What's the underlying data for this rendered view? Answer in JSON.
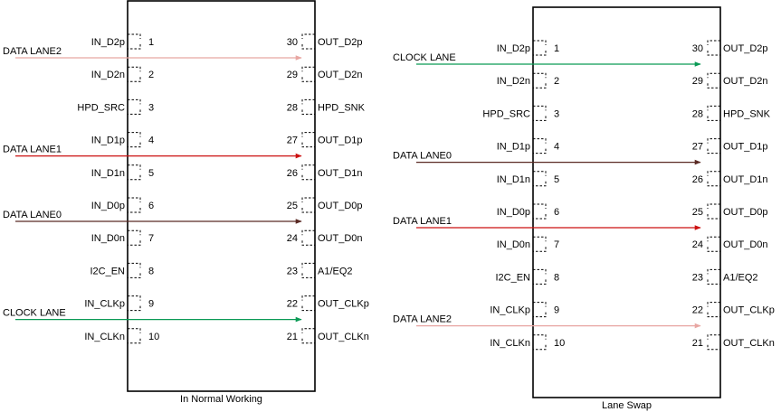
{
  "colors": {
    "data_lane2": "#e8a6a2",
    "data_lane1": "#cc1111",
    "data_lane0": "#5a2a24",
    "clock_lane": "#0a9a55",
    "box": "#000000"
  },
  "panels": [
    {
      "caption": "In Normal Working",
      "left_pins": [
        {
          "num": "1",
          "name": "IN_D2p"
        },
        {
          "num": "2",
          "name": "IN_D2n"
        },
        {
          "num": "3",
          "name": "HPD_SRC"
        },
        {
          "num": "4",
          "name": "IN_D1p"
        },
        {
          "num": "5",
          "name": "IN_D1n"
        },
        {
          "num": "6",
          "name": "IN_D0p"
        },
        {
          "num": "7",
          "name": "IN_D0n"
        },
        {
          "num": "8",
          "name": "I2C_EN"
        },
        {
          "num": "9",
          "name": "IN_CLKp"
        },
        {
          "num": "10",
          "name": "IN_CLKn"
        }
      ],
      "right_pins": [
        {
          "num": "30",
          "name": "OUT_D2p"
        },
        {
          "num": "29",
          "name": "OUT_D2n"
        },
        {
          "num": "28",
          "name": "HPD_SNK"
        },
        {
          "num": "27",
          "name": "OUT_D1p"
        },
        {
          "num": "26",
          "name": "OUT_D1n"
        },
        {
          "num": "25",
          "name": "OUT_D0p"
        },
        {
          "num": "24",
          "name": "OUT_D0n"
        },
        {
          "num": "23",
          "name": "A1/EQ2"
        },
        {
          "num": "22",
          "name": "OUT_CLKp"
        },
        {
          "num": "21",
          "name": "OUT_CLKn"
        }
      ],
      "lanes": [
        {
          "label": "DATA LANE2",
          "color_key": "data_lane2",
          "row": 0
        },
        {
          "label": "DATA LANE1",
          "color_key": "data_lane1",
          "row": 3
        },
        {
          "label": "DATA LANE0",
          "color_key": "data_lane0",
          "row": 5
        },
        {
          "label": "CLOCK LANE",
          "color_key": "clock_lane",
          "row": 8
        }
      ]
    },
    {
      "caption": "Lane Swap",
      "left_pins": [
        {
          "num": "1",
          "name": "IN_D2p"
        },
        {
          "num": "2",
          "name": "IN_D2n"
        },
        {
          "num": "3",
          "name": "HPD_SRC"
        },
        {
          "num": "4",
          "name": "IN_D1p"
        },
        {
          "num": "5",
          "name": "IN_D1n"
        },
        {
          "num": "6",
          "name": "IN_D0p"
        },
        {
          "num": "7",
          "name": "IN_D0n"
        },
        {
          "num": "8",
          "name": "I2C_EN"
        },
        {
          "num": "9",
          "name": "IN_CLKp"
        },
        {
          "num": "10",
          "name": "IN_CLKn"
        }
      ],
      "right_pins": [
        {
          "num": "30",
          "name": "OUT_D2p"
        },
        {
          "num": "29",
          "name": "OUT_D2n"
        },
        {
          "num": "28",
          "name": "HPD_SNK"
        },
        {
          "num": "27",
          "name": "OUT_D1p"
        },
        {
          "num": "26",
          "name": "OUT_D1n"
        },
        {
          "num": "25",
          "name": "OUT_D0p"
        },
        {
          "num": "24",
          "name": "OUT_D0n"
        },
        {
          "num": "23",
          "name": "A1/EQ2"
        },
        {
          "num": "22",
          "name": "OUT_CLKp"
        },
        {
          "num": "21",
          "name": "OUT_CLKn"
        }
      ],
      "lanes": [
        {
          "label": "CLOCK LANE",
          "color_key": "clock_lane",
          "row": 0
        },
        {
          "label": "DATA LANE0",
          "color_key": "data_lane0",
          "row": 3
        },
        {
          "label": "DATA LANE1",
          "color_key": "data_lane1",
          "row": 5
        },
        {
          "label": "DATA LANE2",
          "color_key": "data_lane2",
          "row": 8
        }
      ]
    }
  ]
}
